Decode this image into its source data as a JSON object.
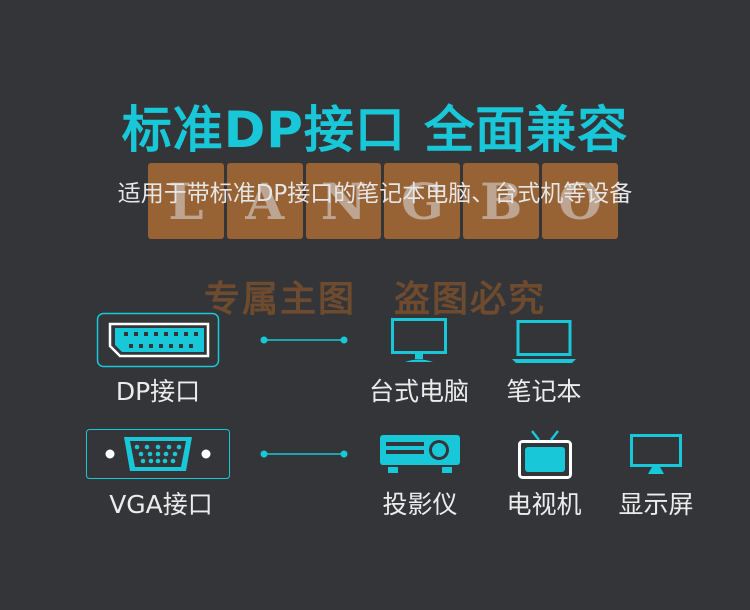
{
  "headline": "标准DP接口 全面兼容",
  "subtitle": "适用于带标准DP接口的笔记本电脑、台式机等设备",
  "watermark": {
    "letters": [
      "L",
      "A",
      "N",
      "G",
      "B",
      "O"
    ],
    "text": "专属主图　盗图必究"
  },
  "rows": [
    {
      "port_label": "DP接口",
      "port_icon": "displayport-connector-icon",
      "devices": [
        {
          "label": "台式电脑",
          "icon": "desktop-monitor-icon"
        },
        {
          "label": "笔记本",
          "icon": "laptop-icon"
        }
      ]
    },
    {
      "port_label": "VGA接口",
      "port_icon": "vga-connector-icon",
      "devices": [
        {
          "label": "投影仪",
          "icon": "projector-icon"
        },
        {
          "label": "电视机",
          "icon": "tv-icon"
        },
        {
          "label": "显示屏",
          "icon": "display-icon"
        }
      ]
    }
  ],
  "colors": {
    "background": "#333538",
    "accent": "#19c8d8",
    "text": "#ececec"
  }
}
